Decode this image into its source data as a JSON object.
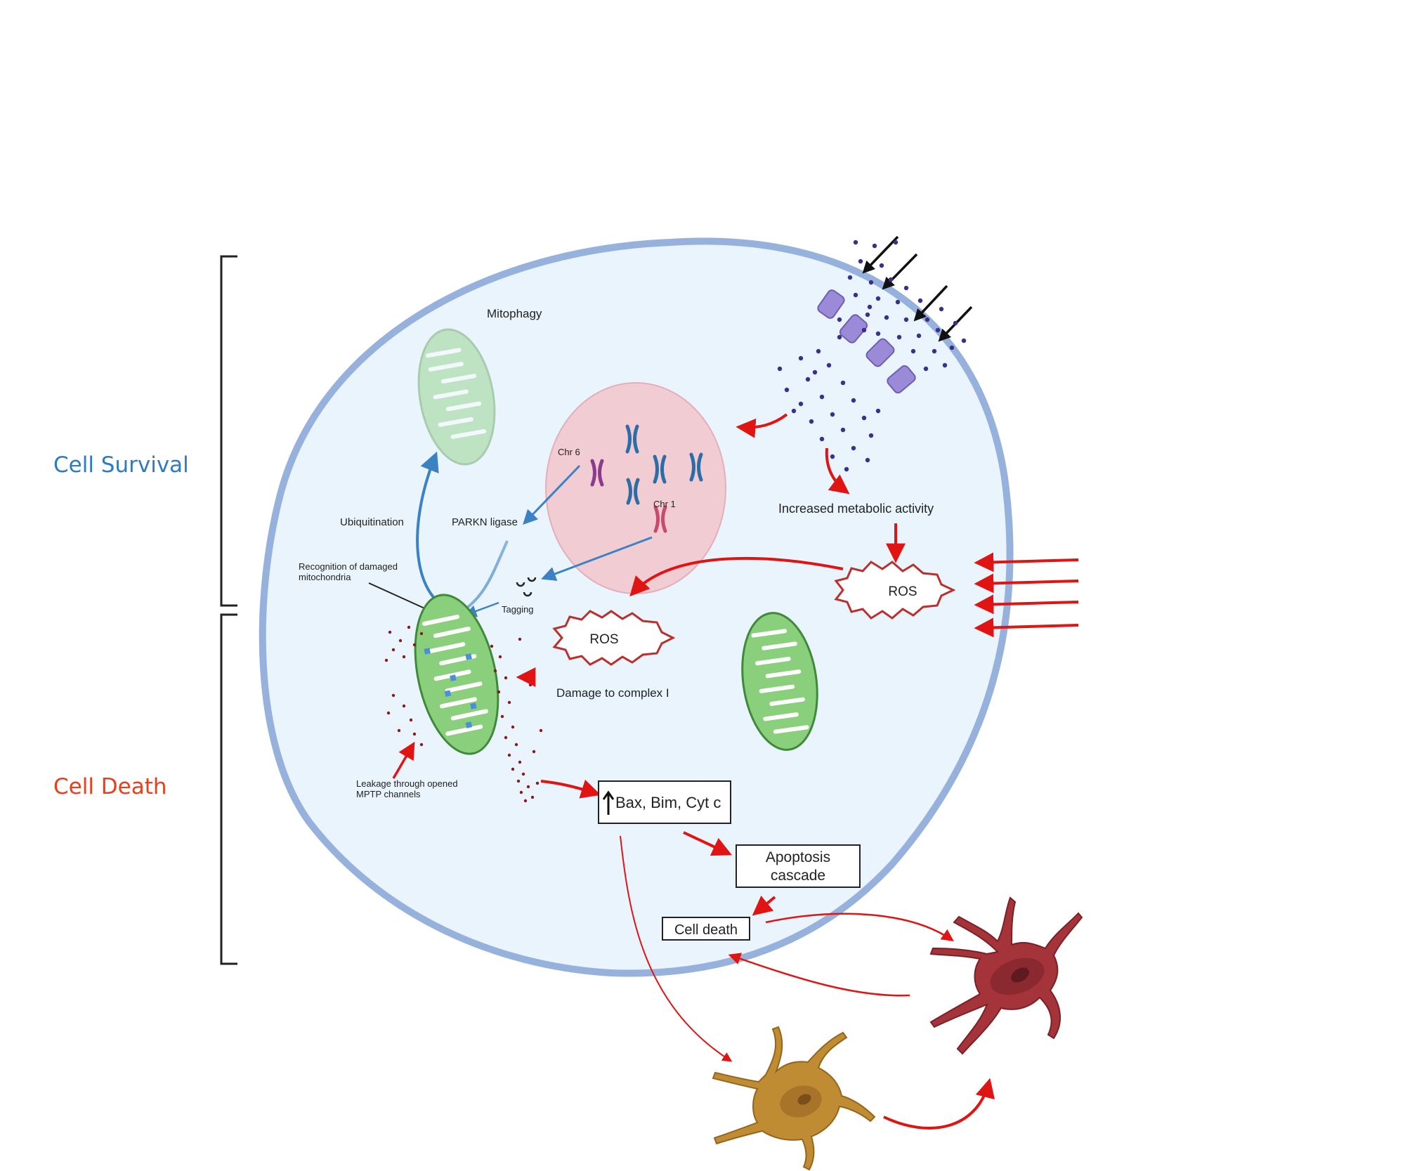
{
  "labels": {
    "cell_survival": "Cell Survival",
    "cell_death": "Cell Death",
    "mitophagy": "Mitophagy",
    "chr6": "Chr 6",
    "chr1": "Chr 1",
    "ubiquitination": "Ubiquitination",
    "parkn_ligase": "PARKN ligase",
    "recognition_line1": "Recognition of damaged",
    "recognition_line2": "mitochondria",
    "tagging": "Tagging",
    "increased_metabolic": "Increased metabolic activity",
    "ros_right": "ROS",
    "ros_left": "ROS",
    "damage_complex": "Damage to complex I",
    "leakage_line1": "Leakage through opened",
    "leakage_line2": "MPTP channels",
    "bax_bim": "Bax, Bim, Cyt c",
    "apoptosis_line1": "Apoptosis",
    "apoptosis_line2": "cascade",
    "cell_death_box": "Cell death"
  },
  "colors": {
    "survival_text": "#2f7ac0",
    "death_text": "#e8401c",
    "cell_fill": "#eaf4fc",
    "cell_membrane": "#96b2dc",
    "nucleus_fill": "#f2c8cf",
    "red_arrow": "#e11414",
    "blue_arrow": "#3b82c4",
    "mito_green": "#8ad07c",
    "ros_red": "#b9302f",
    "neuron_red": "#a4343a",
    "neuron_gold": "#c08c33"
  }
}
